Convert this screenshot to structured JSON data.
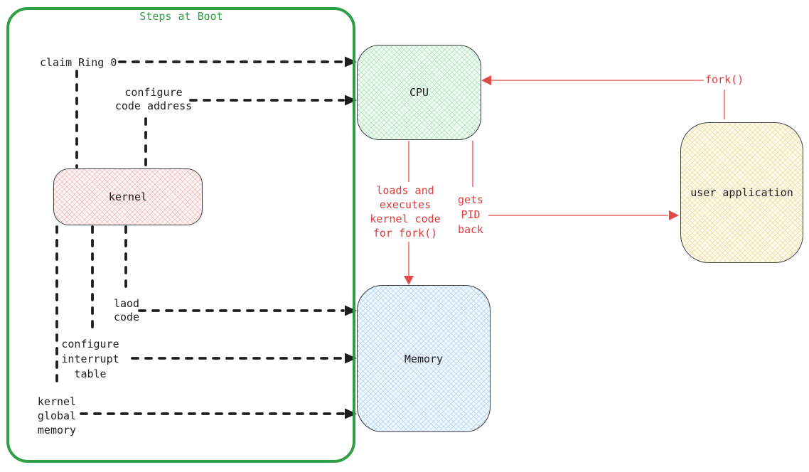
{
  "frame": {
    "title": "Steps at Boot"
  },
  "nodes": {
    "kernel": "kernel",
    "cpu": "CPU",
    "memory": "Memory",
    "user_application": "user application"
  },
  "boot_step_labels": {
    "claim_ring_0": "claim Ring 0",
    "configure_code_address": "configure\ncode address",
    "load_code": "laod\ncode",
    "configure_interrupt_table": "configure\ninterrupt\ntable",
    "kernel_global_memory": "kernel\nglobal\nmemory"
  },
  "fork_flow_labels": {
    "fork_call": "fork()",
    "loads_and_executes": "loads and\nexecutes\nkernel code\nfor fork()",
    "gets_pid_back": "gets\nPID\nback"
  },
  "colors": {
    "frame_green": "#2f9e44",
    "dashed_arrow_black": "#1e1e1e",
    "fork_flow_red": "#e03c3c",
    "fork_line_red": "#f08c8c",
    "kernel_fill": "#fef8f8",
    "cpu_fill": "#f3fbf5",
    "memory_fill": "#f2f8fd",
    "user_application_fill": "#fdfaef"
  }
}
